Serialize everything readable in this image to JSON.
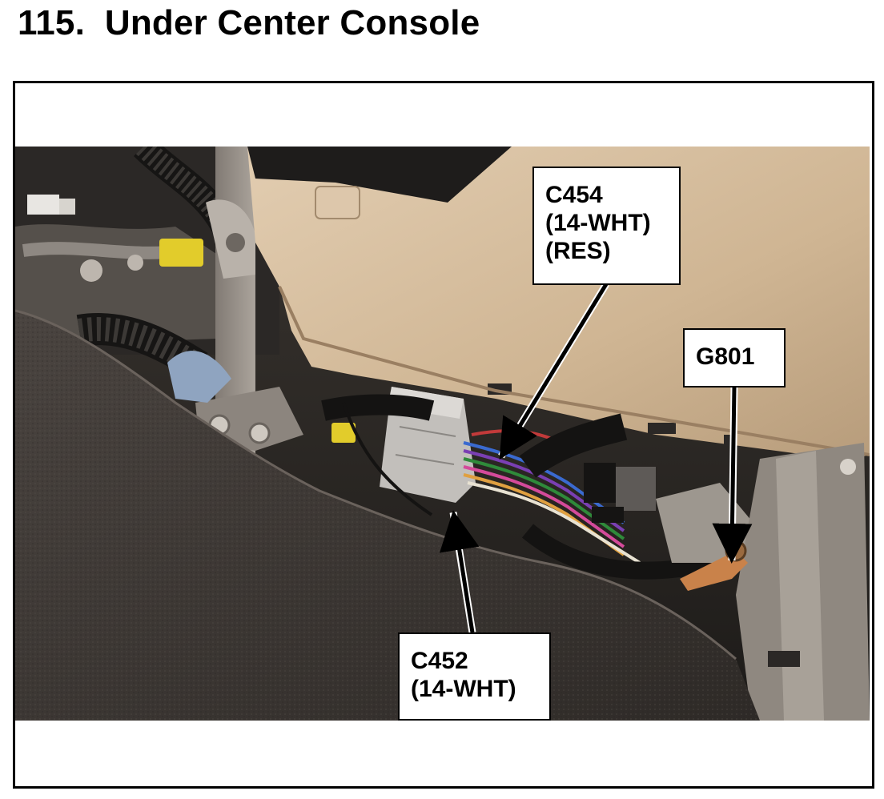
{
  "header": {
    "number": "115.",
    "title": "Under Center Console"
  },
  "callouts": {
    "c454": {
      "line1": "C454",
      "line2": "(14-WHT)",
      "line3": "(RES)"
    },
    "g801": {
      "line1": "G801"
    },
    "c452": {
      "line1": "C452",
      "line2": "(14-WHT)"
    }
  }
}
